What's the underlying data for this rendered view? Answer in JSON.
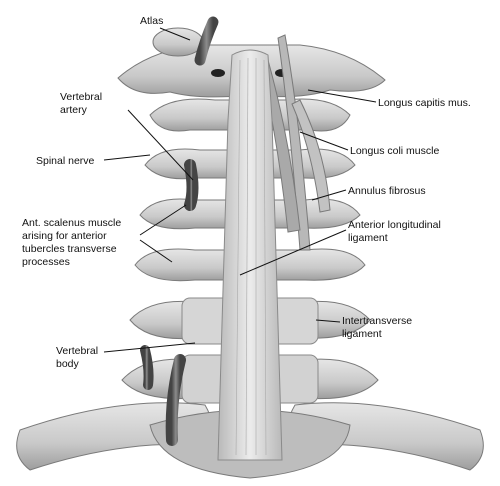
{
  "diagram": {
    "labels": {
      "atlas": "Atlas",
      "vertebral_artery": [
        "Vertebral",
        "artery"
      ],
      "spinal_nerve": "Spinal nerve",
      "ant_scalenus": [
        "Ant. scalenus muscle",
        "arising for anterior",
        "tubercles transverse",
        "processes"
      ],
      "vertebral_body": [
        "Vertebral",
        "body"
      ],
      "longus_capitis": "Longus capitis mus.",
      "longus_coli": "Longus coli muscle",
      "annulus_fibrosus": "Annulus fibrosus",
      "anterior_longitudinal": [
        "Anterior longitudinal",
        "ligament"
      ],
      "intertransverse": [
        "Intertransverse",
        "ligament"
      ]
    },
    "colors": {
      "bone": "#cfcfcf",
      "bone_shadow": "#8a8a8a",
      "ligament": "#e2e2e2",
      "muscle": "#b5b5b5",
      "artery": "#6e6e6e",
      "leader": "#111111"
    }
  }
}
